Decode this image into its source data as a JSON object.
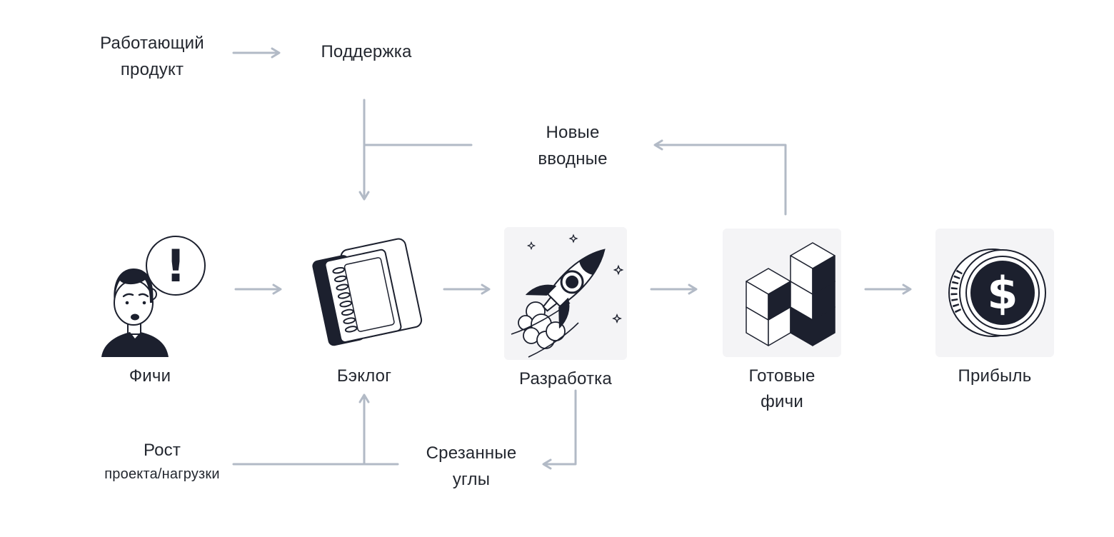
{
  "colors": {
    "background": "#ffffff",
    "connector": "#b2bac6",
    "text": "#23272f",
    "tile": "#f4f4f6",
    "ink": "#1c202e"
  },
  "top_flow": {
    "working_product": {
      "lines": [
        "Работающий",
        "продукт"
      ]
    },
    "support": {
      "label": "Поддержка"
    }
  },
  "new_inputs": {
    "lines": [
      "Новые",
      "вводные"
    ]
  },
  "pipeline": [
    {
      "id": "features",
      "icon": "person-idea-icon",
      "lines": [
        "Фичи"
      ]
    },
    {
      "id": "backlog",
      "icon": "notebook-icon",
      "lines": [
        "Бэклог"
      ]
    },
    {
      "id": "development",
      "icon": "rocket-icon",
      "lines": [
        "Разработка"
      ]
    },
    {
      "id": "ready_features",
      "icon": "cubes-icon",
      "lines": [
        "Готовые",
        "фичи"
      ]
    },
    {
      "id": "profit",
      "icon": "coin-icon",
      "lines": [
        "Прибыль"
      ]
    }
  ],
  "growth": {
    "lines": [
      "Рост",
      "проекта/нагрузки"
    ]
  },
  "cut_corners": {
    "lines": [
      "Срезанные",
      "углы"
    ]
  },
  "icon_glyphs": {
    "exclamation": "!",
    "dollar": "$"
  }
}
